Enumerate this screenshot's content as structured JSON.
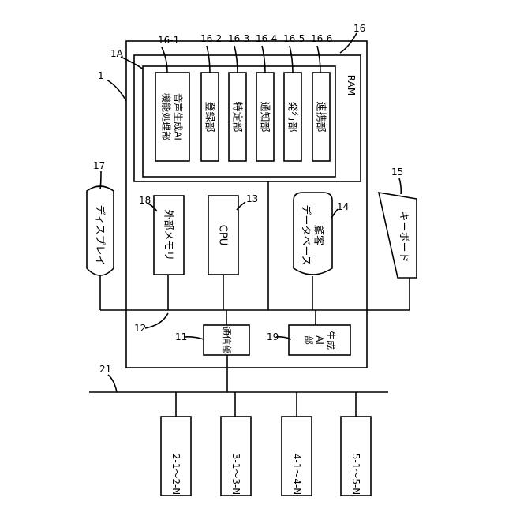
{
  "refs": {
    "system": "1",
    "box_1a": "1A",
    "ram": "16",
    "ram_1": "16-1",
    "ram_2": "16-2",
    "ram_3": "16-3",
    "ram_4": "16-4",
    "ram_5": "16-5",
    "ram_6": "16-6",
    "display": "17",
    "ext_memory": "18",
    "cpu": "13",
    "database": "14",
    "keyboard": "15",
    "bus": "12",
    "comm": "11",
    "gen_ai": "19",
    "network": "21"
  },
  "labels": {
    "ram": "RAM",
    "ram_1": "音声生成AI\n機能処理部",
    "ram_2": "登録部",
    "ram_3": "特定部",
    "ram_4": "通知部",
    "ram_5": "発行部",
    "ram_6": "連携部",
    "display": "ディスプレイ",
    "ext_memory": "外部メモリ",
    "cpu": "CPU",
    "database": "顧客\nデータベース",
    "keyboard": "キーボード",
    "comm": "通信部",
    "gen_ai": "生成\nAI\n部",
    "term_2": "2-1～2-N",
    "term_3": "3-1～3-N",
    "term_4": "4-1～4-N",
    "term_5": "5-1～5-N"
  }
}
